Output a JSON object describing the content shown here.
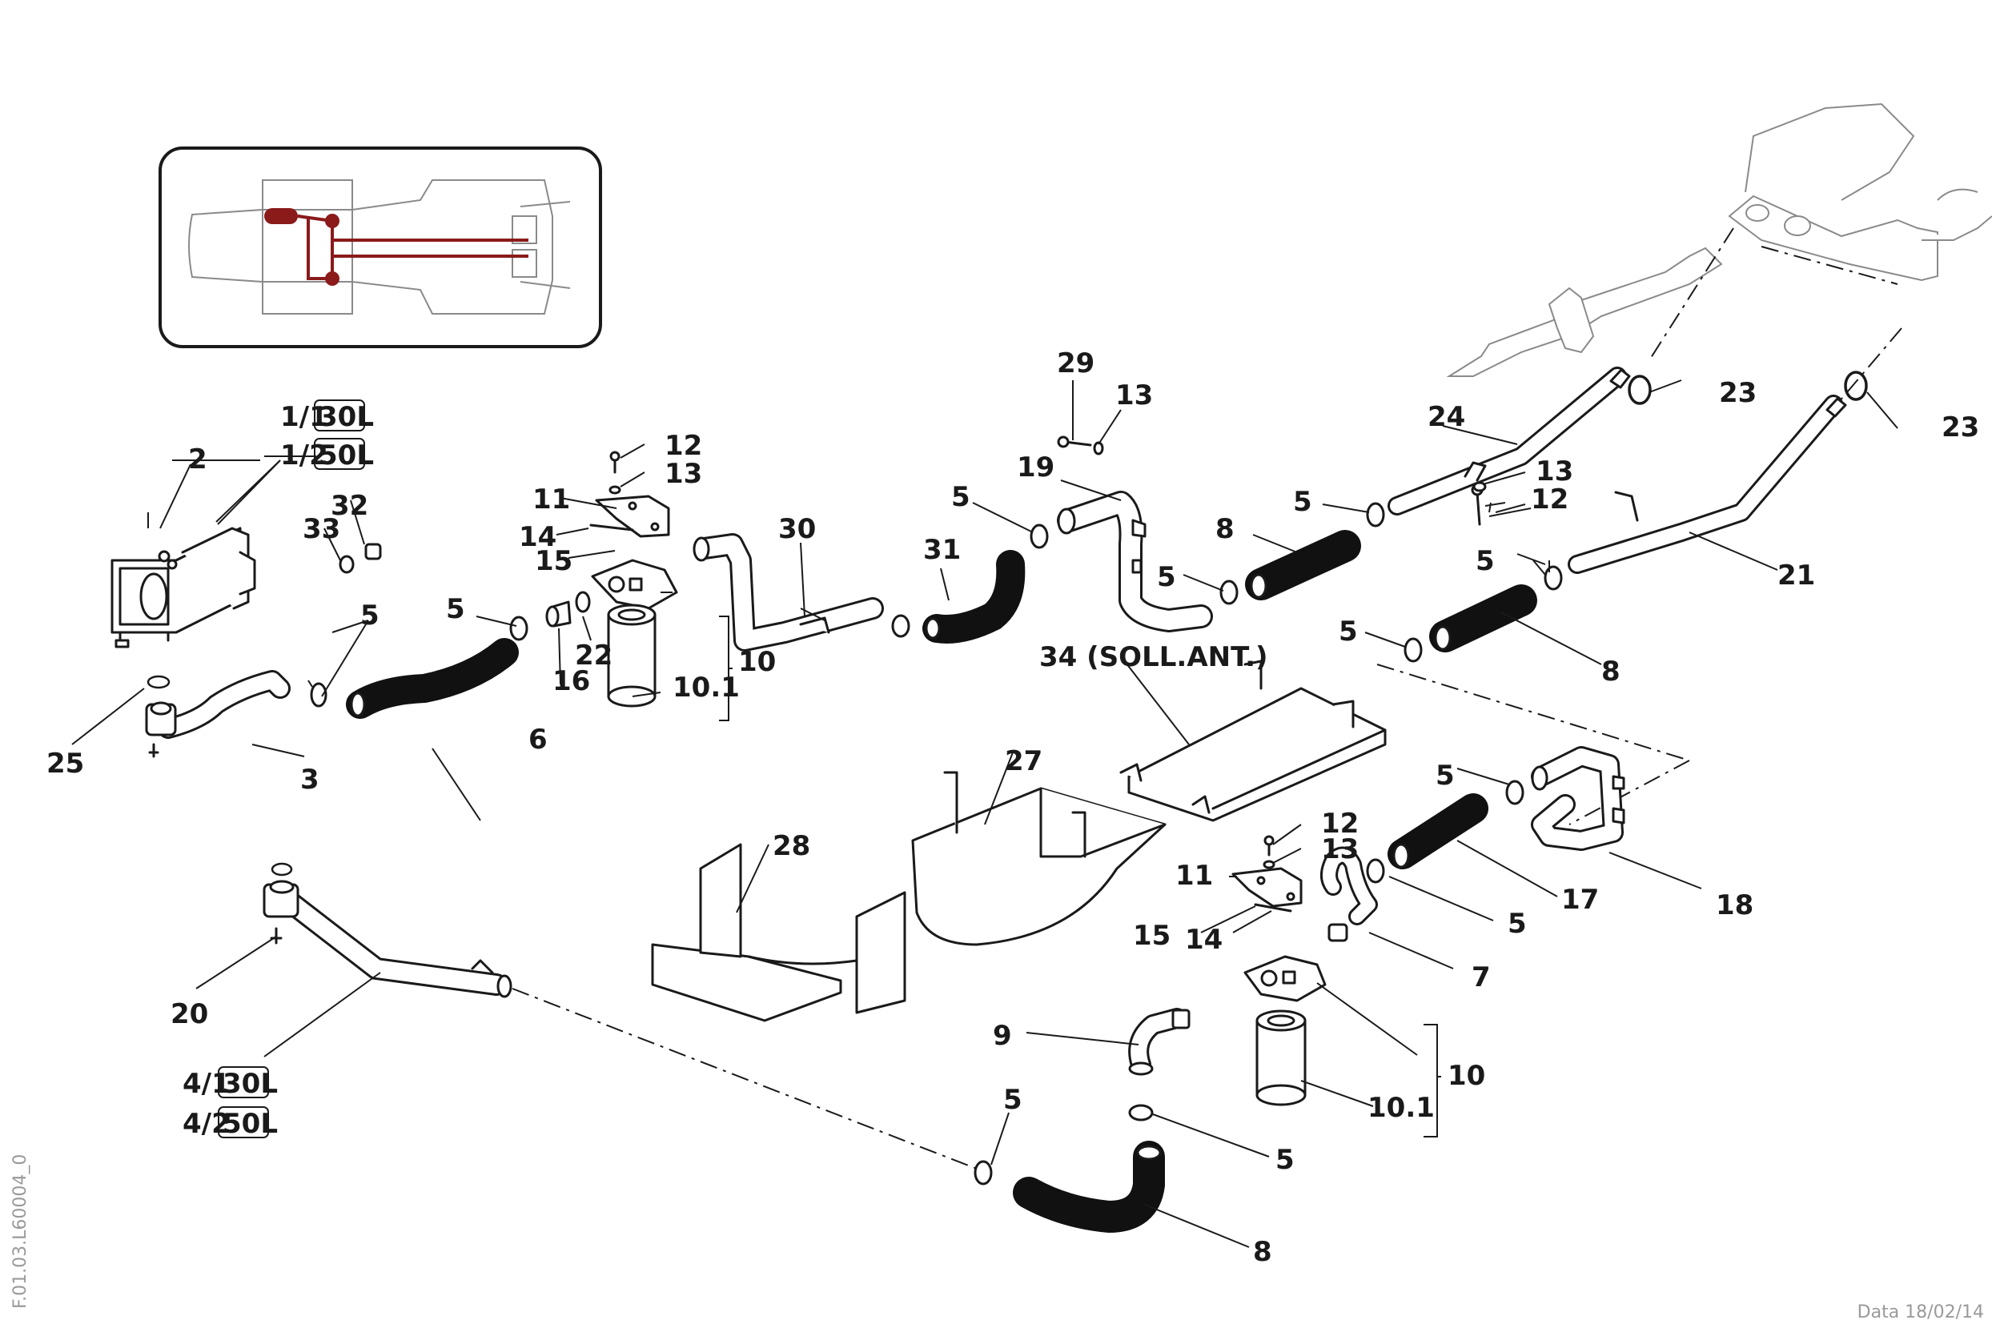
{
  "parts": {
    "p1_1": "1/1",
    "p1_1_cap": "30L",
    "p1_2": "1/2",
    "p1_2_cap": "50L",
    "p2": "2",
    "p3": "3",
    "p4_1": "4/1",
    "p4_1_cap": "30L",
    "p4_2": "4/2",
    "p4_2_cap": "50L",
    "p5": "5",
    "p6": "6",
    "p7": "7",
    "p8": "8",
    "p9": "9",
    "p10": "10",
    "p10_1": "10.1",
    "p11": "11",
    "p12": "12",
    "p13": "13",
    "p14": "14",
    "p15": "15",
    "p16": "16",
    "p17": "17",
    "p18": "18",
    "p19": "19",
    "p20": "20",
    "p21": "21",
    "p22": "22",
    "p23": "23",
    "p24": "24",
    "p25": "25",
    "p27": "27",
    "p28": "28",
    "p29": "29",
    "p30": "30",
    "p31": "31",
    "p32": "32",
    "p33": "33",
    "p34": "34 (SOLL.ANT.)"
  },
  "footer": {
    "figure_code": "F.01.03.L60004_0",
    "date": "Data 18/02/14"
  },
  "colors": {
    "line": "#1a1a1a",
    "highlight": "#8b1a1a",
    "meta_text": "#9a9a9a"
  }
}
